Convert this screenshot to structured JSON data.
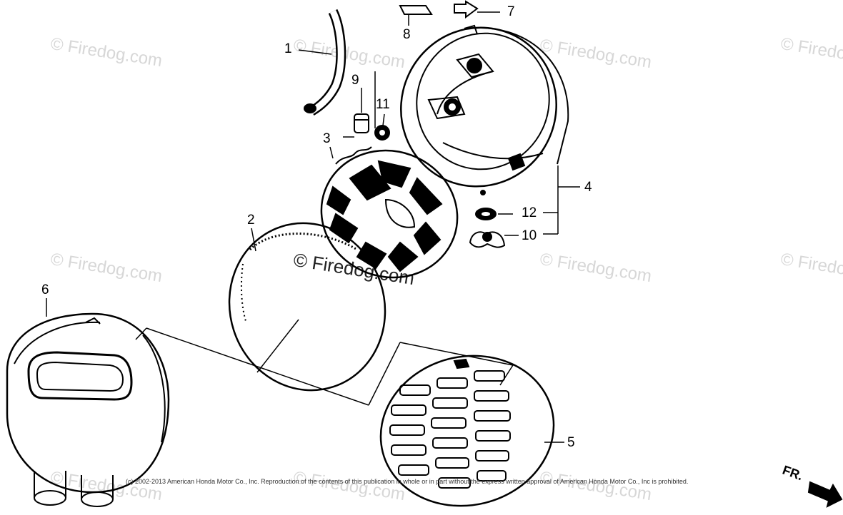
{
  "watermark": {
    "text": "© Firedog.com"
  },
  "callouts": {
    "c1": "1",
    "c2": "2",
    "c3": "3",
    "c4": "4",
    "c5": "5",
    "c6": "6",
    "c7": "7",
    "c8": "8",
    "c9": "9",
    "c10": "10",
    "c11": "11",
    "c12": "12"
  },
  "direction_label": "FR.",
  "copyright": "(c) 2002-2013 American Honda Motor Co., Inc. Reproduction of the contents of this publication in whole or in part without the express written approval of American Honda Motor Co., Inc is prohibited.",
  "colors": {
    "ink": "#000000",
    "watermark": "#d7d7d7",
    "background": "#ffffff"
  }
}
